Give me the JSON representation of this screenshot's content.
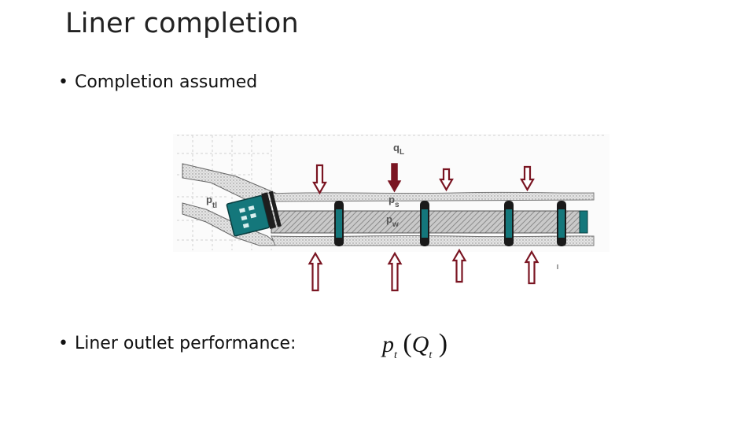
{
  "slide": {
    "title": "Liner completion",
    "bullets": [
      {
        "bullet": "•",
        "text": "Completion assumed"
      },
      {
        "bullet": "•",
        "text": "Liner outlet performance:"
      }
    ]
  },
  "diagram": {
    "labels": {
      "qL": "q",
      "qL_sub": "L",
      "ptl": "p",
      "ptl_sub": "tl",
      "ps": "p",
      "ps_sub": "s",
      "pw": "p",
      "pw_sub": "w"
    },
    "colors": {
      "arrow": "#7a1522",
      "packer": "#14777b",
      "liner": "#bdbdbd"
    }
  },
  "formula": {
    "p": "p",
    "p_sub": "t",
    "Q": "Q",
    "Q_sub": "t"
  }
}
